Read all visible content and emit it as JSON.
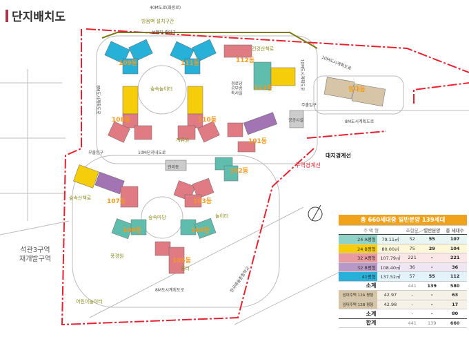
{
  "title": "단지배치도",
  "colors": {
    "blue": "#27b1d9",
    "yellow": "#f5cd0a",
    "pink": "#e07b84",
    "purple": "#a374b3",
    "teal": "#5fbdae",
    "tan": "#d6c5a6",
    "boundary": "#e8202e",
    "accent": "#f0a21a"
  },
  "map": {
    "road_top": "40M도로(화랑로)",
    "noise_wall": "방음벽 설치구간",
    "pedestrian_gate": "보행자 출입구",
    "buildings": [
      "109동",
      "111동",
      "112동",
      "113동",
      "108동",
      "110동",
      "101동",
      "102동",
      "107동",
      "103동",
      "106동",
      "104동",
      "105동",
      "임대동"
    ],
    "places": {
      "forest_playground": "숲속놀이터",
      "stream_garden": "계류원",
      "inner_road": "10M단지내도로",
      "sub_gate": "부출입구",
      "road_8m_left": "8M도시계획도로",
      "road_10m_diag": "10M도시계획도로",
      "road_10m_vert": "10M도시계획도로",
      "main_gate": "주출입구",
      "road_8m_right": "8M도시계획도로",
      "site_boundary": "대지경계선",
      "zone_boundary": "구역경계선",
      "forest_walk": "숲속산책로",
      "forest_yard": "숲속마당",
      "scenery_garden": "풍경원",
      "rest": "쉼터",
      "redevelopment": "석관3구역\n재개발구역",
      "road_8m_bottom": "8M도시계획도로",
      "school": "한국예술종합학교",
      "kids_playground": "어린이놀이터",
      "management": "관리동",
      "public_facility": "공공시설",
      "senior_center": "경로당\n공부방\n독서실",
      "health_walk": "건강산책로",
      "playground": "놀이터"
    }
  },
  "table": {
    "header": "총 660세대중 일반분양 139세대",
    "columns": [
      "주 택 형",
      "조합분",
      "일반분양",
      "총 세대수"
    ],
    "rows": [
      {
        "type": "24 A평형",
        "area": "79.11㎡",
        "union": "52",
        "general": "55",
        "total": "107"
      },
      {
        "type": "24 B평형",
        "area": "80.00㎡",
        "union": "75",
        "general": "29",
        "total": "104"
      },
      {
        "type": "32 A평형",
        "area": "107.79㎡",
        "union": "221",
        "general": "-",
        "total": "221"
      },
      {
        "type": "32 B평형",
        "area": "108.40㎡",
        "union": "36",
        "general": "-",
        "total": "36"
      },
      {
        "type": "41평형",
        "area": "137.52㎡",
        "union": "57",
        "general": "55",
        "total": "112"
      }
    ],
    "subtotal1": {
      "label": "소계",
      "union": "441",
      "general": "139",
      "total": "580"
    },
    "rental": [
      {
        "type": "임대주택 12A 평형",
        "area": "42.97",
        "union": "-",
        "general": "-",
        "total": "63"
      },
      {
        "type": "임대주택 12B 평형",
        "area": "42.98",
        "union": "-",
        "general": "-",
        "total": "17"
      }
    ],
    "subtotal2": {
      "label": "소계",
      "union": "-",
      "general": "-",
      "total": "80"
    },
    "grand": {
      "label": "합계",
      "union": "441",
      "general": "139",
      "total": "660"
    }
  }
}
